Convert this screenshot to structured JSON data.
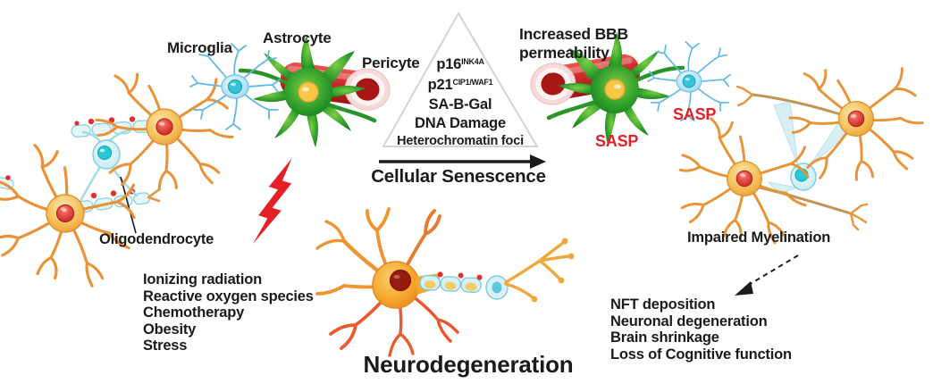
{
  "labels": {
    "microglia": "Microglia",
    "astrocyte": "Astrocyte",
    "pericyte": "Pericyte",
    "oligodendrocyte": "Oligodendrocyte",
    "increased_bbb_permeability": "Increased BBB permeability",
    "sasp_astrocyte": "SASP",
    "sasp_microglia": "SASP",
    "cellular_senescence": "Cellular Senescence",
    "impaired_myelination": "Impaired Myelination",
    "neurodegeneration": "Neurodegeneration"
  },
  "senescence_markers": [
    {
      "base": "p16",
      "sup": "INK4A"
    },
    {
      "base": "p21",
      "sup": "CIP1/WAF1"
    },
    {
      "base": "SA-B-Gal",
      "sup": ""
    },
    {
      "base": "DNA Damage",
      "sup": ""
    },
    {
      "base": "Heterochromatin foci",
      "sup": ""
    }
  ],
  "stressors": [
    "Ionizing radiation",
    "Reactive oxygen species",
    "Chemotherapy",
    "Obesity",
    "Stress"
  ],
  "outcomes": [
    "NFT deposition",
    "Neuronal degeneration",
    "Brain shrinkage",
    "Loss of Cognitive function"
  ],
  "colors": {
    "sasp_red": "#E41F25",
    "bolt_red": "#E41F25",
    "text": "#1b1b1b"
  }
}
